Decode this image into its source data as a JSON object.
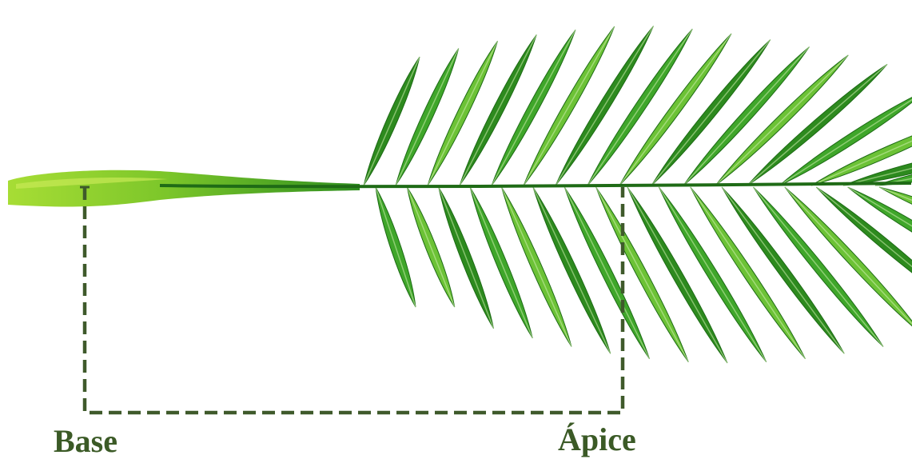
{
  "labels": {
    "base": "Base",
    "apex": "Ápice"
  },
  "colors": {
    "label_text": "#3b5a26",
    "bracket_line": "#3f5a2b",
    "leaf_dark": "#2d8a1e",
    "leaf_mid": "#3fa62a",
    "leaf_light": "#6cc236",
    "stalk_base": "#9ed92f",
    "rachis": "#1f6b16"
  },
  "illustration": "palm-frond",
  "annotation": "dashed-bracket"
}
